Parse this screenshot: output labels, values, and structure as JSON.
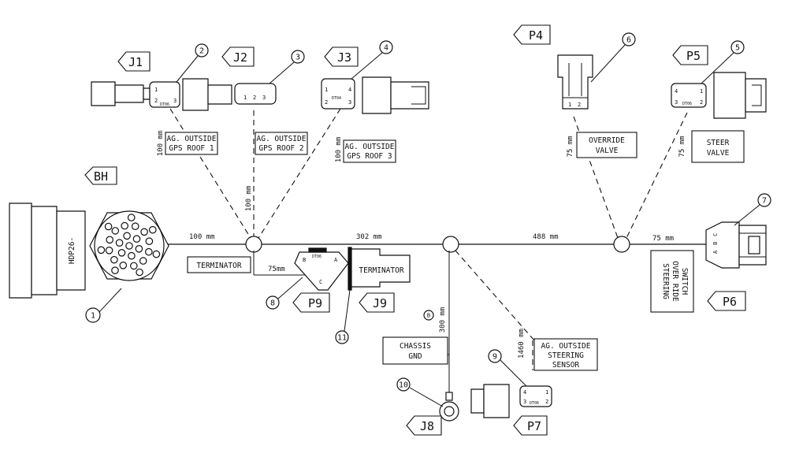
{
  "tags": {
    "j1": "J1",
    "j2": "J2",
    "j3": "J3",
    "p4": "P4",
    "p5": "P5",
    "bh": "BH",
    "p6": "P6",
    "p9": "P9",
    "j9": "J9",
    "j8": "J8",
    "p7": "P7"
  },
  "callouts": {
    "c1": "1",
    "c2": "2",
    "c3": "3",
    "c4": "4",
    "c5": "5",
    "c6": "6",
    "c7": "7",
    "c8": "8",
    "c9": "9",
    "c10": "10",
    "c11": "11"
  },
  "labels": {
    "gps1_line1": "AG. OUTSIDE",
    "gps1_line2": "GPS ROOF 1",
    "gps2_line1": "AG. OUTSIDE",
    "gps2_line2": "GPS ROOF 2",
    "gps3_line1": "AG. OUTSIDE",
    "gps3_line2": "GPS ROOF 3",
    "override_line1": "OVERRIDE",
    "override_line2": "VALVE",
    "steer_line1": "STEER",
    "steer_line2": "VALVE",
    "terminator_left": "TERMINATOR",
    "terminator_j9": "TERMINATOR",
    "chassis_line1": "CHASSIS",
    "chassis_line2": "GND",
    "sensor_line1": "AG. OUTSIDE",
    "sensor_line2": "STEERING",
    "sensor_line3": "SENSOR",
    "switch_line1": "STEERING",
    "switch_line2": "OVER RIDE",
    "switch_line3": "SWITCH",
    "hdp_part": "HDP26-"
  },
  "measurements": {
    "m_100_gps1": "100 mm",
    "m_100_gps2": "100 mm",
    "m_100_gps3": "100 mm",
    "m_100_trunk": "100 mm",
    "m_302": "302 mm",
    "m_488": "488 mm",
    "m_75_trunk": "75 mm",
    "m_75_p9": "75mm",
    "m_75_override": "75 mm",
    "m_75_steer": "75 mm",
    "m_300": "300 mm",
    "m_1460": "1460 mm"
  },
  "markers": {
    "b_circle": "B"
  },
  "pins": {
    "j1_p1": "1",
    "j1_p2": "2",
    "j1_p3": "3",
    "j1_code": "DT06",
    "j2_p1": "1",
    "j2_p2": "2",
    "j2_p3": "3",
    "j3_p1": "1",
    "j3_p2": "2",
    "j3_p3": "3",
    "j3_p4": "4",
    "j3_code": "DT04",
    "p4_p1": "1",
    "p4_p2": "2",
    "p5_p1": "1",
    "p5_p2": "2",
    "p5_p3": "3",
    "p5_p4": "4",
    "p5_code": "DT06",
    "p9_a": "A",
    "p9_b": "B",
    "p9_c": "C",
    "p9_code": "DT06",
    "p6_a": "A",
    "p6_b": "B",
    "p6_c": "C",
    "p7_p1": "1",
    "p7_p2": "2",
    "p7_p3": "3",
    "p7_p4": "4",
    "p7_code": "DT06"
  }
}
